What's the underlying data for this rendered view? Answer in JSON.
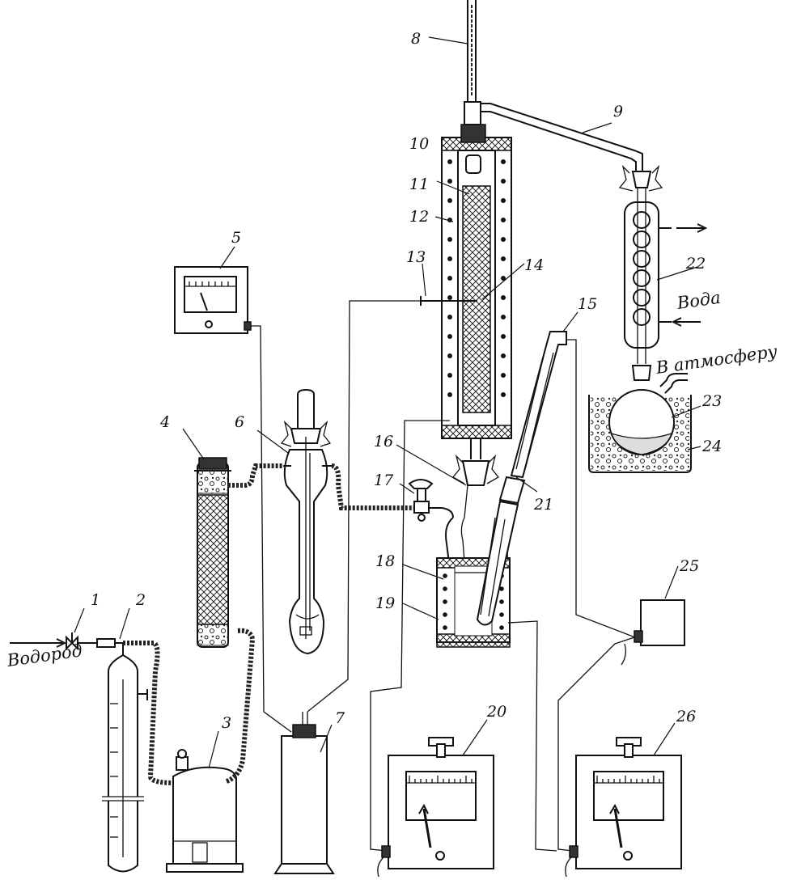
{
  "labels": {
    "n1": "1",
    "n2": "2",
    "n3": "3",
    "n4": "4",
    "n5": "5",
    "n6": "6",
    "n7": "7",
    "n8": "8",
    "n9": "9",
    "n10": "10",
    "n11": "11",
    "n12": "12",
    "n13": "13",
    "n14": "14",
    "n15": "15",
    "n16": "16",
    "n17": "17",
    "n18": "18",
    "n19": "19",
    "n20": "20",
    "n21": "21",
    "n22": "22",
    "n23": "23",
    "n24": "24",
    "n25": "25",
    "n26": "26"
  },
  "words": {
    "hydrogen": "Водород",
    "water": "Вода",
    "to_atmosphere": "В атмосферу"
  }
}
